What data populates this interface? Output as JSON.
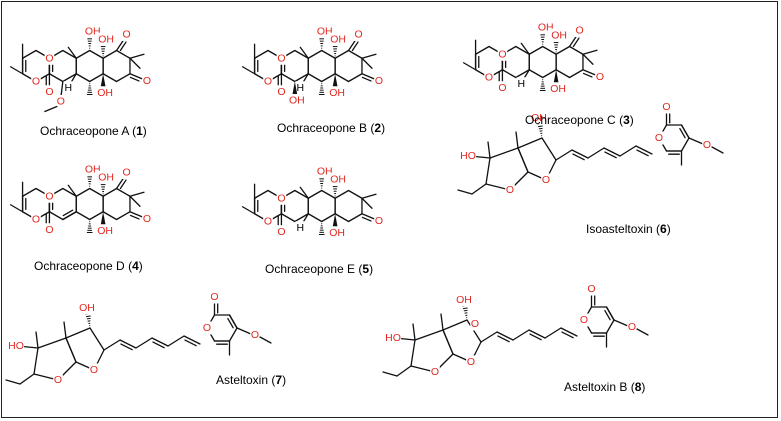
{
  "colors": {
    "heteroatom": "#e0271f",
    "bond": "#111111",
    "label": "#000000",
    "frame": "#222222"
  },
  "compounds": [
    {
      "name": "Ochraceopone A",
      "number": "1"
    },
    {
      "name": "Ochraceopone B",
      "number": "2"
    },
    {
      "name": "Ochraceopone C",
      "number": "3"
    },
    {
      "name": "Ochraceopone D",
      "number": "4"
    },
    {
      "name": "Ochraceopone E",
      "number": "5"
    },
    {
      "name": "Isoasteltoxin",
      "number": "6"
    },
    {
      "name": "Asteltoxin",
      "number": "7"
    },
    {
      "name": "Asteltoxin B",
      "number": "8"
    }
  ],
  "atom_labels": {
    "oxygen": "O",
    "hydroxyl": "OH",
    "hydrogen": "H",
    "hydroxyl_left": "HO"
  }
}
